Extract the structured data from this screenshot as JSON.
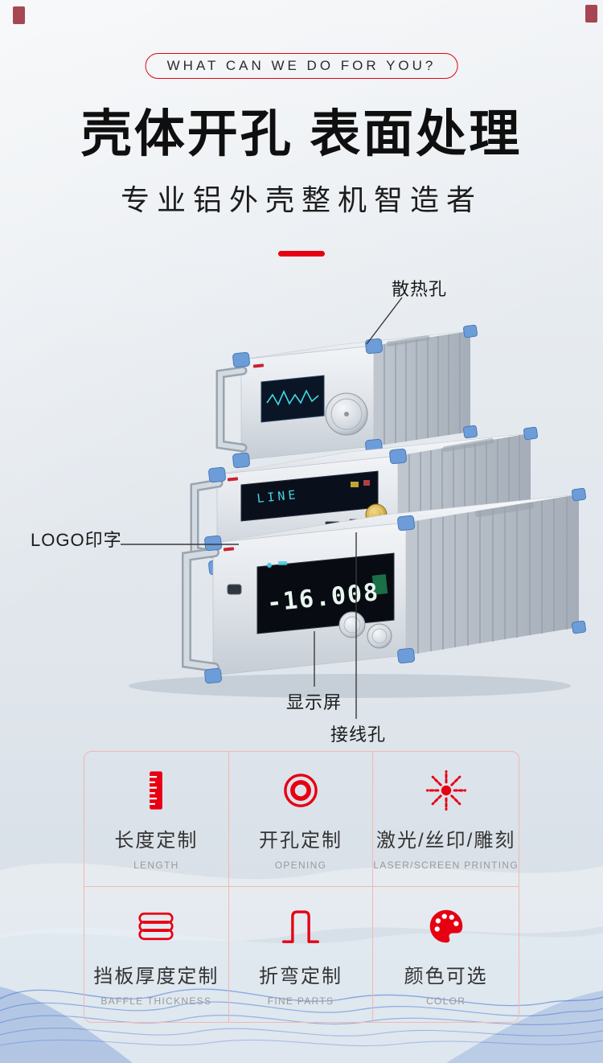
{
  "header": {
    "tagline": "WHAT CAN WE DO FOR YOU?",
    "title": "壳体开孔 表面处理",
    "subtitle": "专业铝外壳整机智造者"
  },
  "product": {
    "callouts": {
      "heat": "散热孔",
      "logo": "LOGO印字",
      "display": "显示屏",
      "wiring": "接线孔"
    },
    "mid_screen_text": "LINE",
    "bottom_display_value": "-16.008"
  },
  "features": [
    {
      "zh": "长度定制",
      "en": "LENGTH",
      "icon": "ruler-icon"
    },
    {
      "zh": "开孔定制",
      "en": "OPENING",
      "icon": "opening-hole-icon"
    },
    {
      "zh": "激光/丝印/雕刻",
      "en": "LASER/SCREEN PRINTING",
      "icon": "laser-icon"
    },
    {
      "zh": "挡板厚度定制",
      "en": "BAFFLE THICKNESS",
      "icon": "layers-icon"
    },
    {
      "zh": "折弯定制",
      "en": "FINE PARTS",
      "icon": "bend-icon"
    },
    {
      "zh": "颜色可选",
      "en": "COLOR",
      "icon": "palette-icon"
    }
  ],
  "colors": {
    "accent": "#e60012",
    "text_dark": "#1a1a1a",
    "text_gray": "#9a9a9a",
    "grid_border": "#f2b8b0",
    "corner_blue": "#6d9dd8"
  }
}
